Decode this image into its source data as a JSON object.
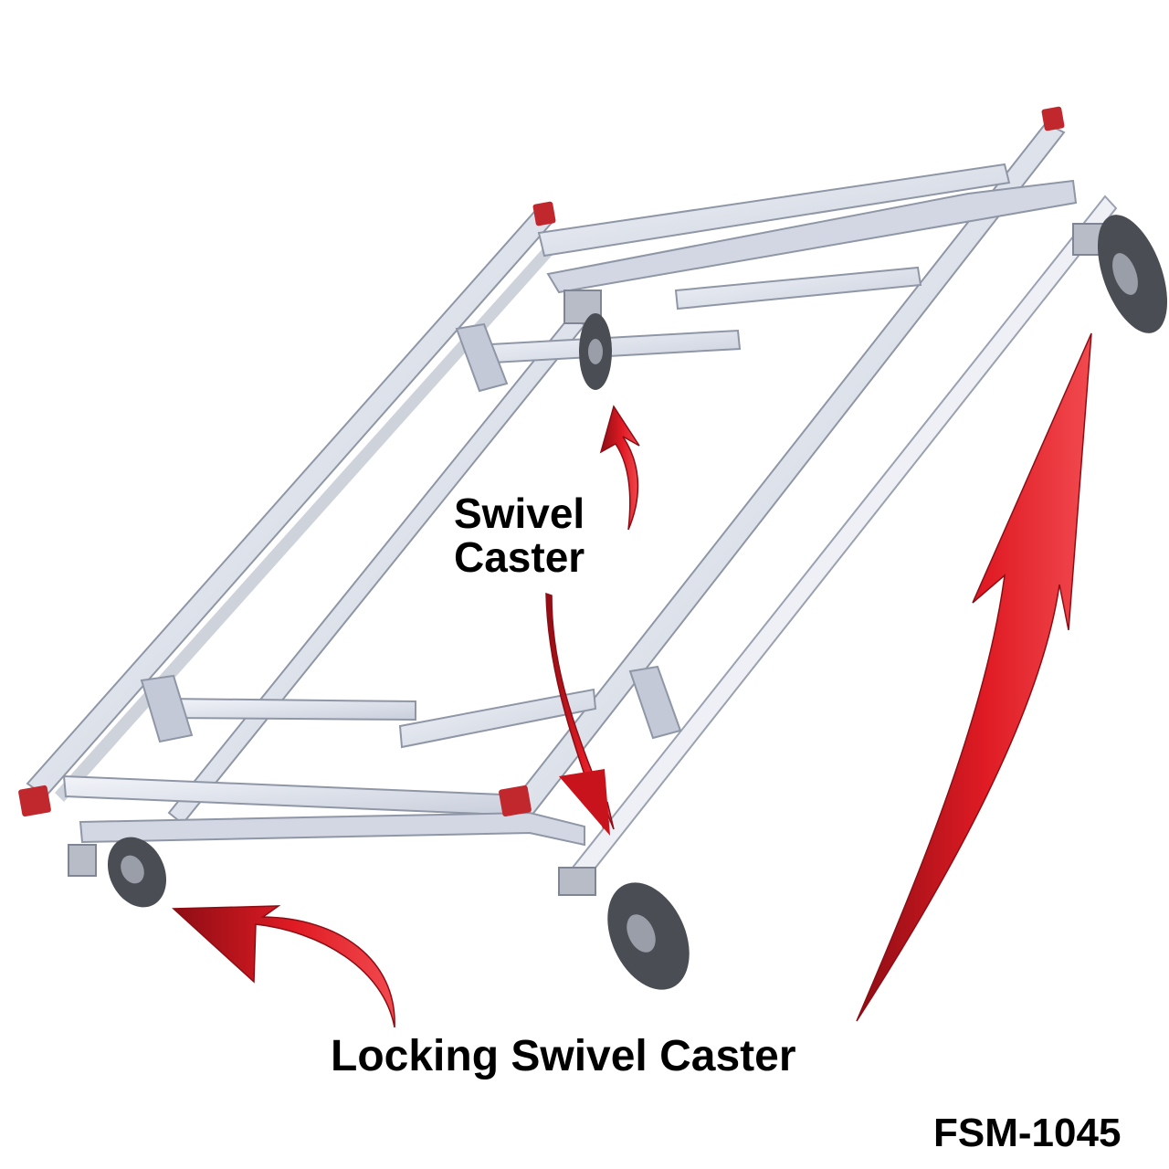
{
  "labels": {
    "swivel_caster_line1": "Swivel",
    "swivel_caster_line2": "Caster",
    "locking_swivel_caster": "Locking Swivel Caster",
    "model_number": "FSM-1045"
  },
  "colors": {
    "frame_fill": "#dfe3ee",
    "frame_edge": "#8f96a6",
    "frame_dark": "#a8afbd",
    "end_cap": "#c0282d",
    "wheel": "#4a4d54",
    "wheel_hub": "#9a9ea8",
    "arrow_red": "#d7141f",
    "arrow_dark": "#8e0d14"
  },
  "icons": {
    "cart": "rolling-cart-frame-icon",
    "caster": "caster-wheel-icon",
    "arrow": "curved-red-arrow-icon"
  }
}
